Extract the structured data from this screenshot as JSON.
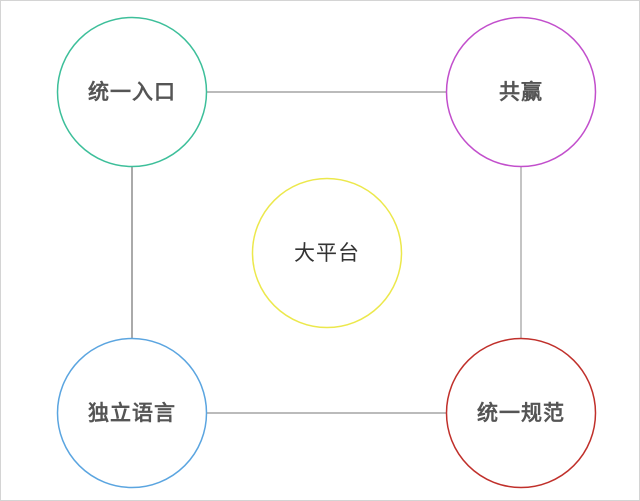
{
  "nodes": {
    "top_left": {
      "label": "统一入口",
      "color": "#3dbf9a"
    },
    "top_right": {
      "label": "共赢",
      "color": "#c24fcc"
    },
    "center": {
      "label": "大平台",
      "color": "#ece84c"
    },
    "bottom_left": {
      "label": "独立语言",
      "color": "#5ba5e0"
    },
    "bottom_right": {
      "label": "统一规范",
      "color": "#c0302b"
    }
  },
  "edge_color": "#777777"
}
